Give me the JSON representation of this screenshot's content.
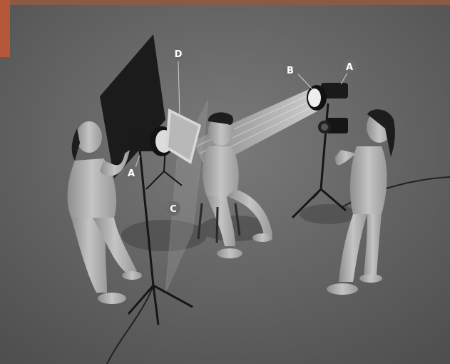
{
  "labels": {
    "a_left": "A",
    "a_right": "A",
    "b": "B",
    "c": "C",
    "d": "D"
  },
  "colors": {
    "floor": "#6e6e6e",
    "figure": "#b5b5b5",
    "dark": "#1f1f1f",
    "label_bg": "#6a6a6a",
    "beam": "#ffffff",
    "top_strip": "#c0572f"
  }
}
